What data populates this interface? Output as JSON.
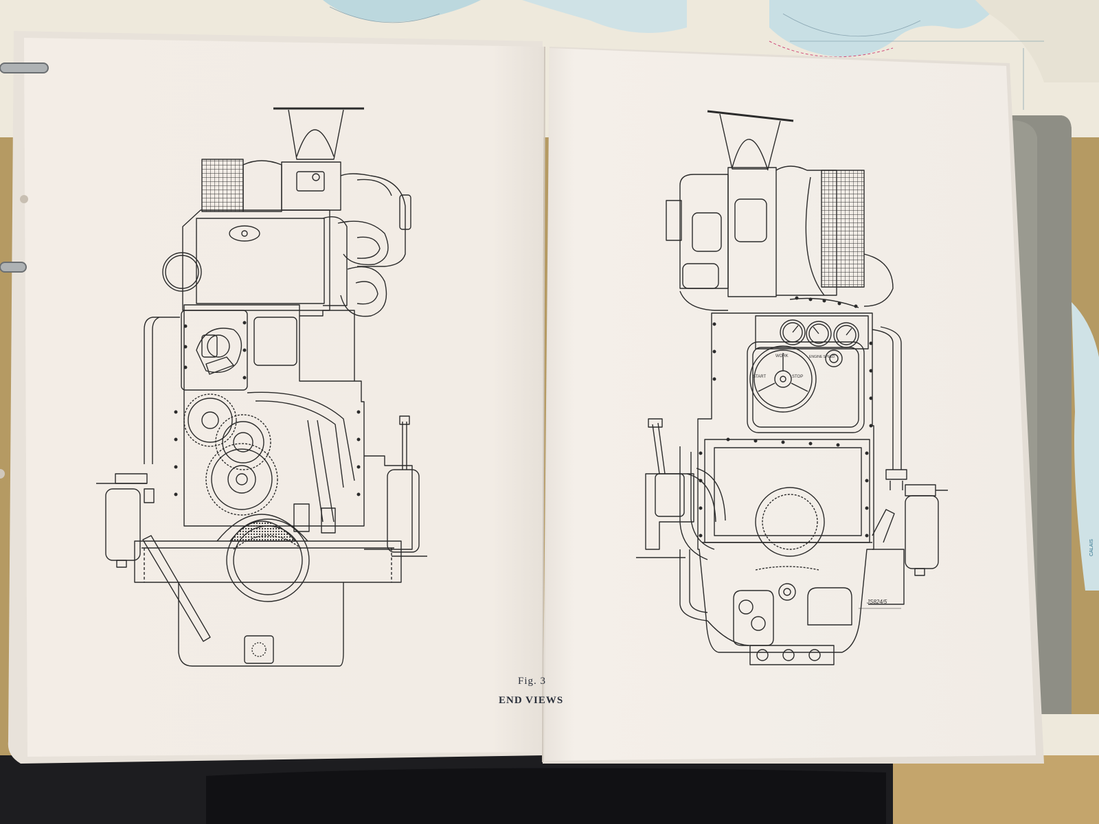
{
  "photo": {
    "subject": "Open ring binder manual showing two technical line drawings of an engine",
    "background_colors": {
      "chart_sea": "#cfe2e6",
      "chart_land": "#eee9dc",
      "table_wood": "#b59a63",
      "paper": "#f4efe8",
      "ink": "#2b2b2b",
      "binder_cover": "#9a9a90"
    }
  },
  "page_left": {
    "figure_label": "Fig. 3",
    "caption": "END VIEWS"
  },
  "page_right": {
    "control_labels": {
      "work": "WORK",
      "start": "START",
      "stop": "STOP",
      "gauge": "ENGINE SPEED"
    },
    "drawing_number": "JS824/5"
  },
  "background_chart": {
    "place_label": "CALAIS"
  }
}
